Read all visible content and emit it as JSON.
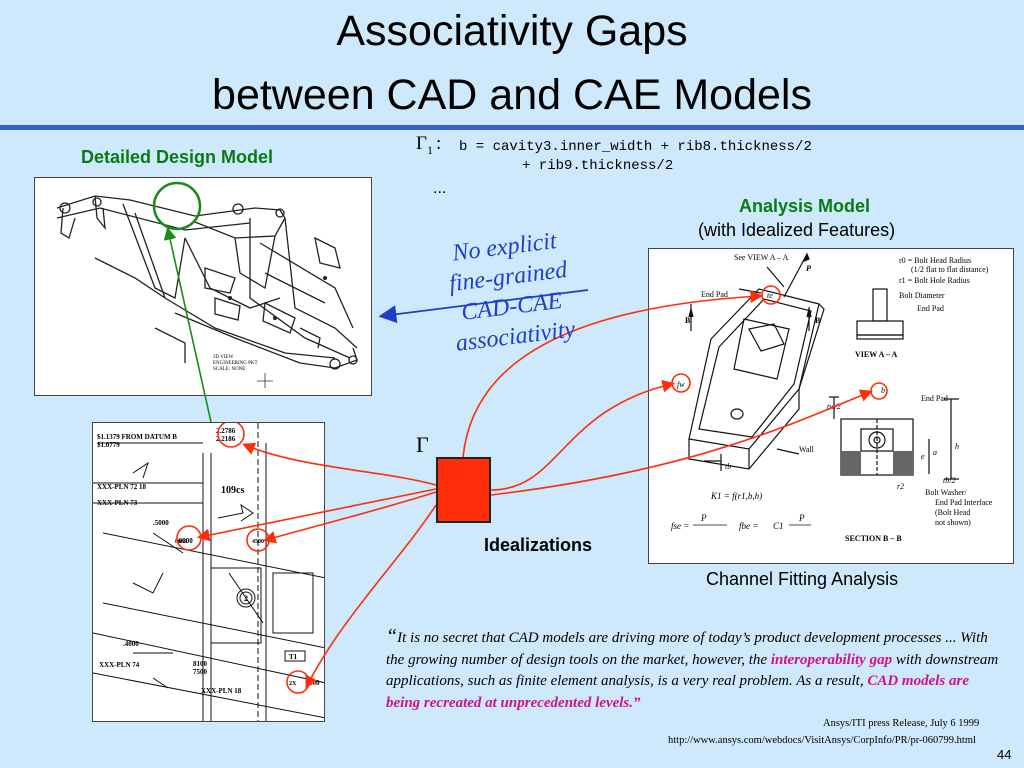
{
  "title_line1": "Associativity Gaps",
  "title_line2": "between CAD and CAE Models",
  "detailed_label": "Detailed Design Model",
  "analysis_label": "Analysis Model",
  "analysis_sub": "(with Idealized Features)",
  "gamma1_symbol": "Γ",
  "gamma1_sub": "1",
  "gamma1_colon": ":",
  "formula_line1": "b = cavity3.inner_width + rib8.thickness/2",
  "formula_line2": "+ rib9.thickness/2",
  "ellipsis": "...",
  "no_explicit": [
    "No explicit",
    "fine-grained",
    "CAD-CAE",
    "associativity"
  ],
  "gamma_symbol": "Γ",
  "idealizations_label": "Idealizations",
  "channel_label": "Channel Fitting Analysis",
  "quote": {
    "open": "“",
    "p1": "It is no secret that CAD models are driving more of today’s product development processes ... With the growing number of design tools on the market, however, the ",
    "gap": "interoperability gap",
    "p2": " with downstream applications, such as finite element analysis, is a very real problem. As a result, ",
    "emph": "CAD models are being recreated at unprecedented levels.",
    "close": "”"
  },
  "source_line1": "Ansys/ITI press Release, July 6 1999",
  "source_line2": "http://www.ansys.com/webdocs/VisitAnsys/CorpInfo/PR/pr-060799.html",
  "page_number": "44",
  "drawing_texts": {
    "view_label": [
      "3D VIEW",
      "ENGINEERING PKT",
      "SCALE: NONE"
    ],
    "dim1": "2.2786",
    "dim2": "2.2186",
    "from_datum1": "$1.1379 FROM DATUM B",
    "from_datum2": "$1.0779",
    "pln72": "XXX-PLN 72 18",
    "pln73": "XXX-PLN 73",
    "pln74": "XXX-PLN 74",
    "pln18": "XXX-PLN 18",
    "holes": "109cs",
    "v5000": ".5000",
    "v6000": ".6000",
    "v8100": "8100",
    "v7500": "7500",
    "v4000": ".4000",
    "v8080": "8080",
    "v4500": "4500",
    "v2x": "2X",
    "v100": "100",
    "tag_t1": "T1",
    "circ2": "2"
  },
  "analysis_texts": {
    "see_view": "See VIEW  A – A",
    "p": "P",
    "end_pad": "End Pad",
    "b": "B",
    "te": "te",
    "fw": "fw",
    "wall": "Wall",
    "tb": "tb",
    "r0": "r0 = Bolt Head Radius",
    "r0b": "(1/2 flat to flat distance)",
    "r1": "r1 = Bolt Hole Radius",
    "bolt_d": "Bolt Diameter",
    "end_pad2": "End Pad",
    "view_aa": "VIEW  A – A",
    "end_pad3": "End Pad",
    "bolt_washer": [
      "Bolt Washer/",
      "End Pad Interface",
      "(Bolt Head",
      "not shown)"
    ],
    "section": "SECTION  B – B",
    "k1": "K1 = f(r1,b,h)",
    "fse": "fse =",
    "fbe": "fbe =",
    "c1": "C1",
    "h": "h",
    "a": "a",
    "e": "e",
    "r2": "r2",
    "tw2": "tw/2",
    "tb2": "tb/2",
    "bb": "b"
  },
  "colors": {
    "background": "#cde9fb",
    "rule": "#3a5fc8",
    "green": "#0a7a14",
    "blue_text": "#1f3ec8",
    "red": "#ff2d0a",
    "magenta": "#d0128a"
  }
}
